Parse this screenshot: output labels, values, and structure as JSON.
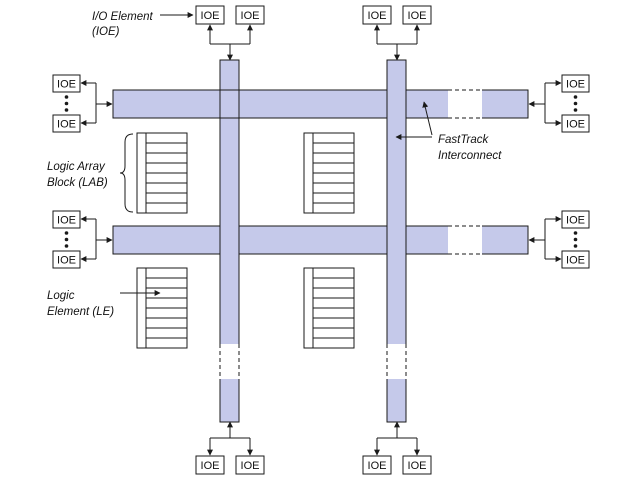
{
  "ioe_label": "IOE",
  "annotations": {
    "io_element_line1": "I/O Element",
    "io_element_line2": "(IOE)",
    "lab_line1": "Logic Array",
    "lab_line2": "Block (LAB)",
    "le_line1": "Logic",
    "le_line2": "Element (LE)",
    "fasttrack_line1": "FastTrack",
    "fasttrack_line2": "Interconnect"
  },
  "colors": {
    "interconnect_fill": "#c5c9ea",
    "stroke": "#1a1a1a",
    "background": "#ffffff"
  }
}
